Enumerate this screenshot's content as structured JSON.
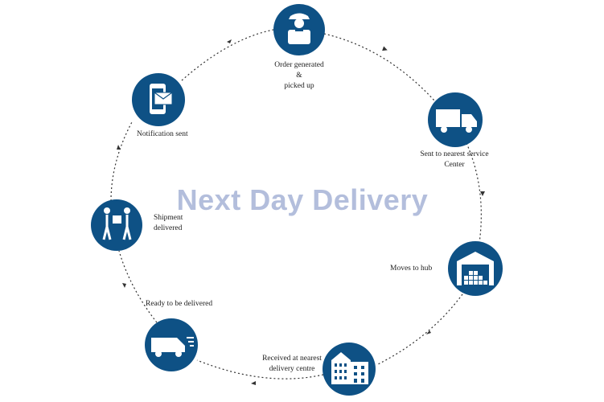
{
  "title": "Next Day Delivery",
  "colors": {
    "node_fill": "#0e5185",
    "title": "#b3bedc",
    "arrow": "#333333"
  },
  "steps": [
    {
      "id": "order",
      "icon": "delivery-person-icon",
      "label": [
        "Order generated",
        "&",
        "picked up"
      ]
    },
    {
      "id": "service",
      "icon": "truck-icon",
      "label": [
        "Sent to nearest service",
        "Center"
      ]
    },
    {
      "id": "hub",
      "icon": "warehouse-icon",
      "label": [
        "Moves to hub"
      ]
    },
    {
      "id": "received",
      "icon": "building-icon",
      "label": [
        "Received at nearest",
        "delivery centre"
      ]
    },
    {
      "id": "ready",
      "icon": "delivery-van-icon",
      "label": [
        "Ready to be delivered"
      ]
    },
    {
      "id": "delivered",
      "icon": "handover-icon",
      "label": [
        "Shipment",
        "delivered"
      ]
    },
    {
      "id": "notify",
      "icon": "phone-mail-icon",
      "label": [
        "Notification sent"
      ]
    }
  ]
}
